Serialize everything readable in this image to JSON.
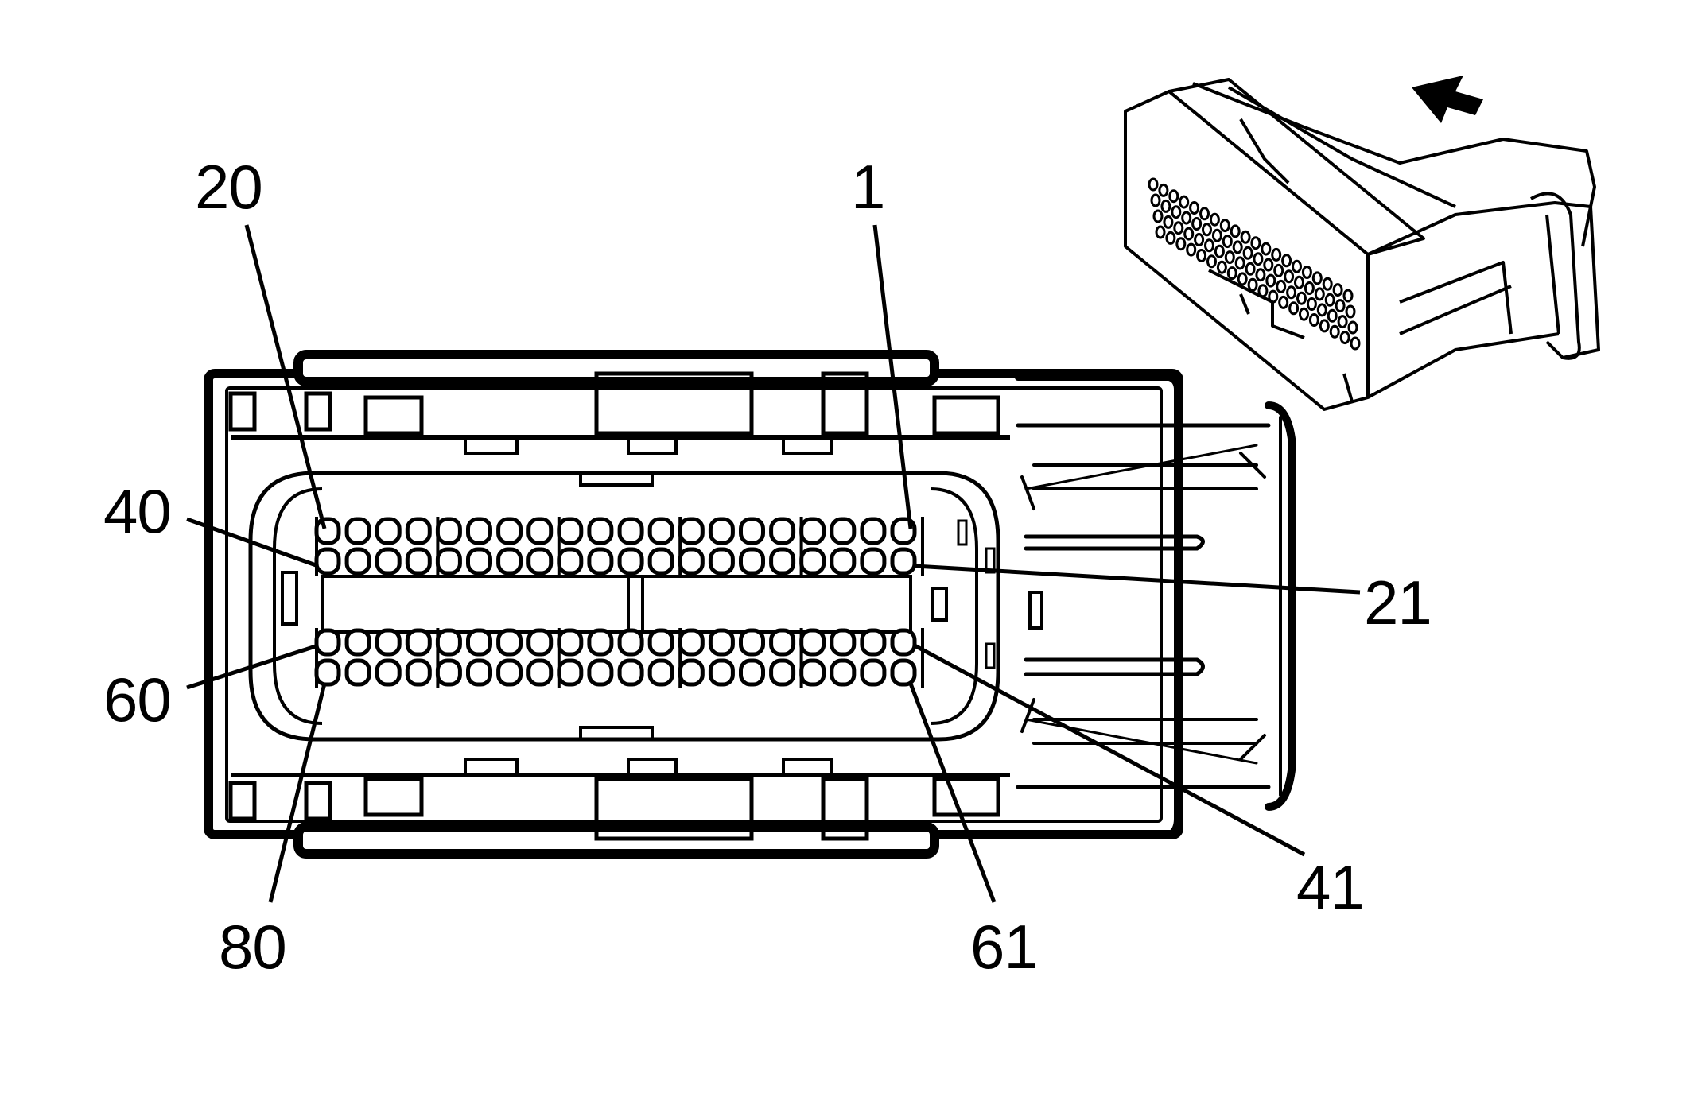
{
  "colors": {
    "background": "#ffffff",
    "ink": "#000000"
  },
  "pin_rows": {
    "row1": {
      "first_pin": 1,
      "last_pin": 20
    },
    "row2": {
      "first_pin": 21,
      "last_pin": 40
    },
    "row3": {
      "first_pin": 41,
      "last_pin": 60
    },
    "row4": {
      "first_pin": 61,
      "last_pin": 80
    }
  },
  "labels": {
    "pin_1": "1",
    "pin_20": "20",
    "pin_21": "21",
    "pin_40": "40",
    "pin_41": "41",
    "pin_60": "60",
    "pin_61": "61",
    "pin_80": "80"
  },
  "icons": {
    "direction_arrow": "arrow-icon",
    "inset_view": "connector-isometric-icon"
  }
}
